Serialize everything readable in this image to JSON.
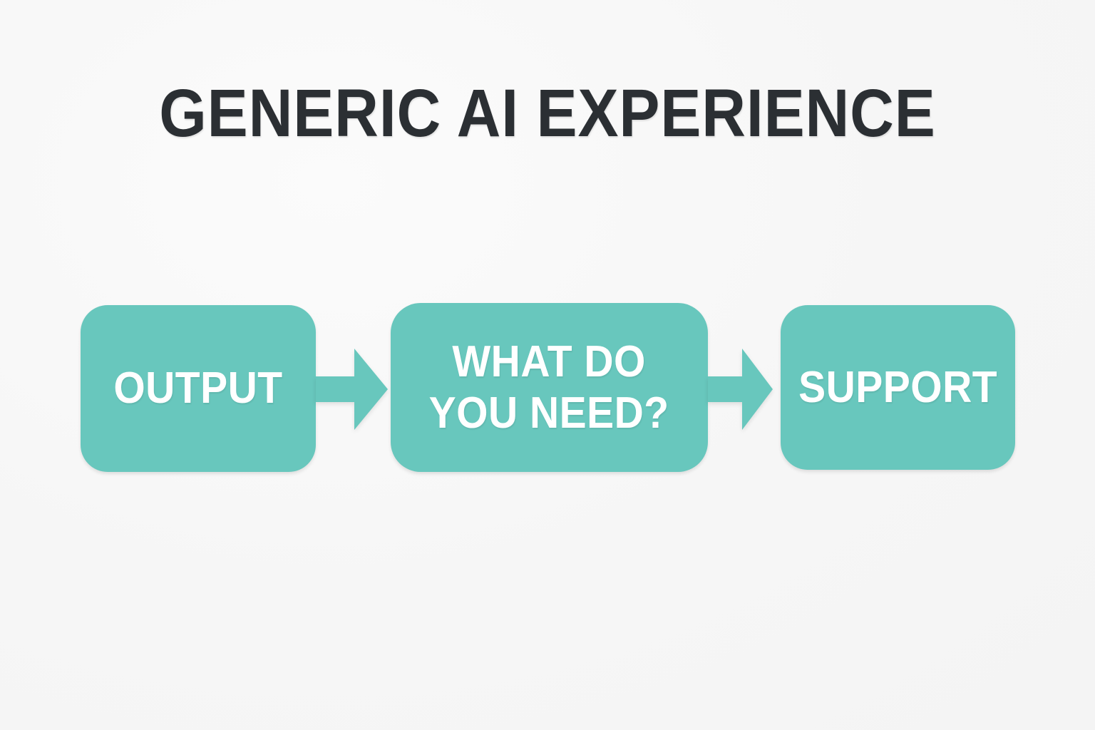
{
  "page": {
    "title": "GENERIC AI EXPERIENCE",
    "background_color": "#f7f7f7",
    "accent_color": "#68c7bd",
    "title_color": "#2b2f33",
    "node_text_color": "#ffffff"
  },
  "diagram": {
    "type": "flowchart",
    "direction": "left-to-right",
    "nodes": [
      {
        "id": "output",
        "label": "OUTPUT"
      },
      {
        "id": "question",
        "label": "WHAT DO\nYOU NEED?"
      },
      {
        "id": "support",
        "label": "SUPPORT"
      }
    ],
    "connectors": [
      {
        "id": "arrow-1",
        "icon": "right-arrow-icon",
        "from": "output",
        "to": "question"
      },
      {
        "id": "arrow-2",
        "icon": "right-arrow-icon",
        "from": "question",
        "to": "support"
      }
    ]
  }
}
